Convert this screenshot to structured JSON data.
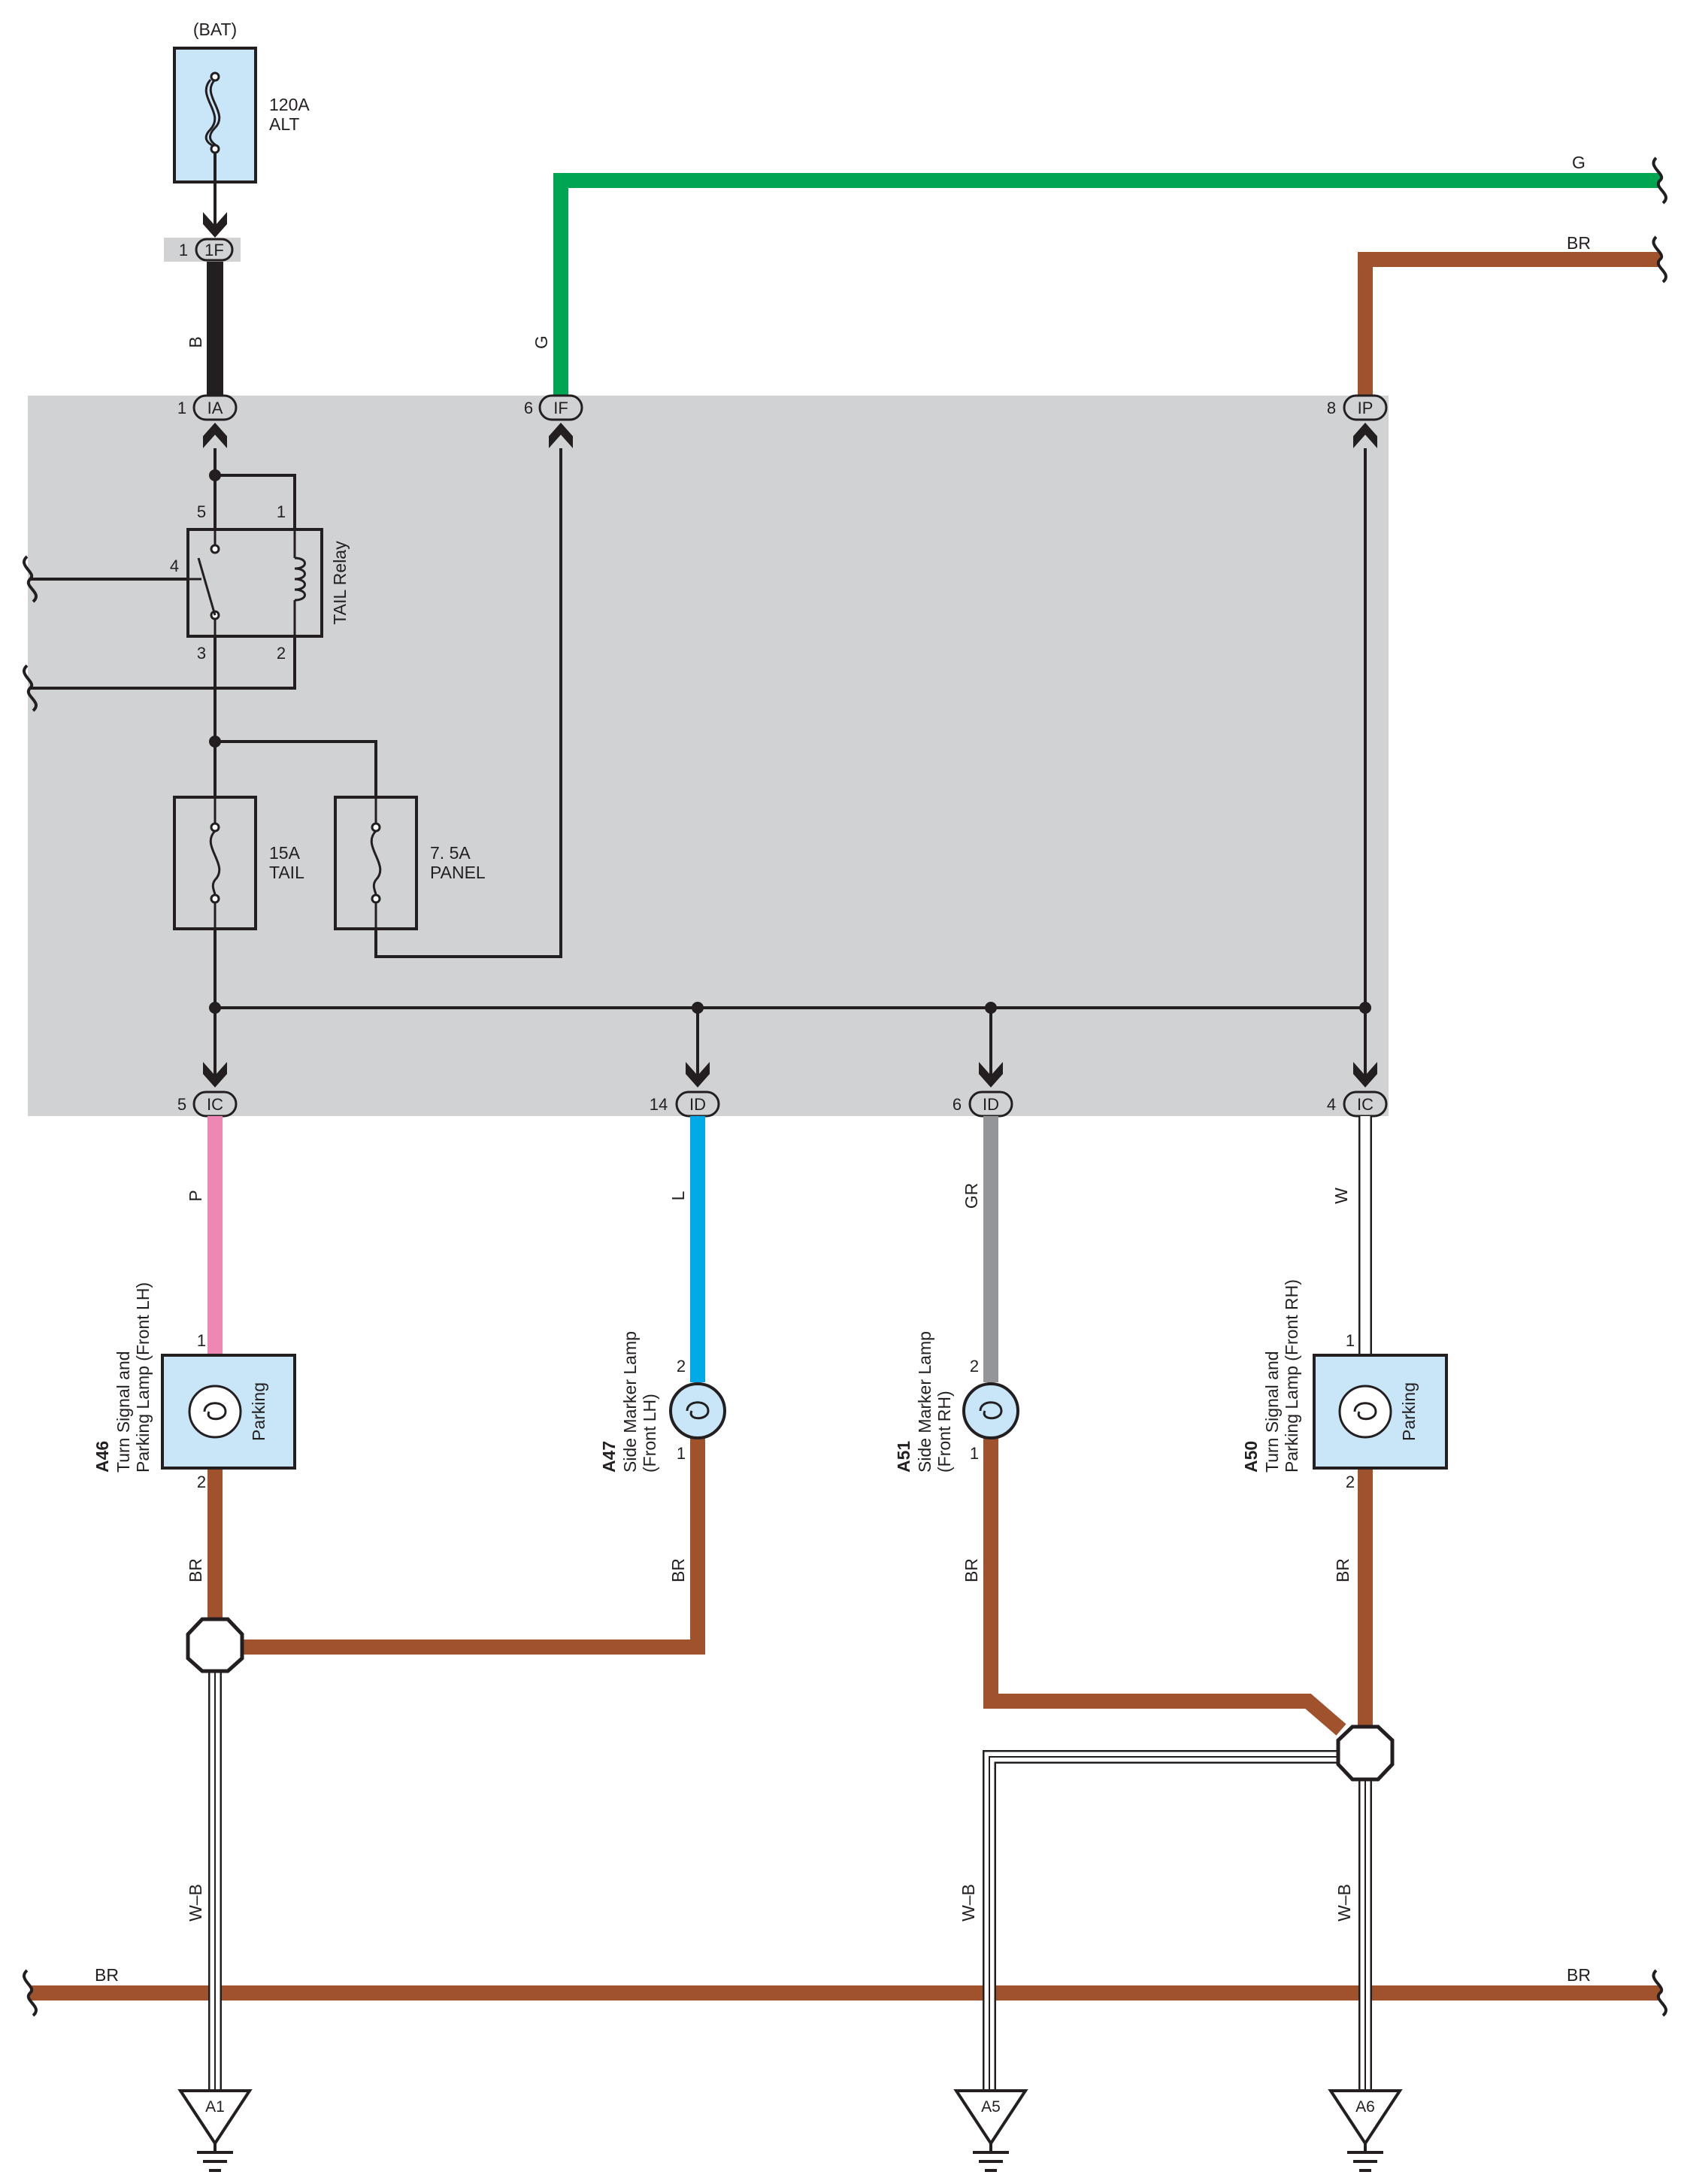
{
  "colors": {
    "block": "#d1d2d4",
    "device": "#c8e6f8",
    "ink": "#231f20",
    "wire_black": "#231f20",
    "wire_green": "#00a551",
    "wire_brown": "#a0522d",
    "wire_pink": "#ef87b4",
    "wire_blue": "#00a9e8",
    "wire_gray": "#939598"
  },
  "battery": {
    "label": "(BAT)",
    "fuse_rating": "120A",
    "fuse_name": "ALT"
  },
  "connector_1f": {
    "pin": "1",
    "name": "1F"
  },
  "wire_codes": {
    "b": "B",
    "g_vert": "G",
    "g_top": "G",
    "br_top": "BR",
    "p": "P",
    "l": "L",
    "gr": "GR",
    "w": "W",
    "br_a46": "BR",
    "br_a47": "BR",
    "br_a51": "BR",
    "br_a50": "BR",
    "wb_a1": "W–B",
    "wb_a5": "W–B",
    "wb_a6": "W–B",
    "br_bottom_left": "BR",
    "br_bottom_right": "BR"
  },
  "junction_block": {
    "connectors": {
      "ia": {
        "pin": "1",
        "name": "IA"
      },
      "if": {
        "pin": "6",
        "name": "IF"
      },
      "ip": {
        "pin": "8",
        "name": "IP"
      },
      "ic5": {
        "pin": "5",
        "name": "IC"
      },
      "id14": {
        "pin": "14",
        "name": "ID"
      },
      "id6": {
        "pin": "6",
        "name": "ID"
      },
      "ic4": {
        "pin": "4",
        "name": "IC"
      }
    },
    "relay": {
      "name": "TAIL Relay",
      "pins": [
        "5",
        "1",
        "4",
        "3",
        "2"
      ]
    },
    "fuse_tail": {
      "rating": "15A",
      "name": "TAIL"
    },
    "fuse_panel": {
      "rating": "7. 5A",
      "name": "PANEL"
    }
  },
  "devices": {
    "a46": {
      "code": "A46",
      "line1": "Turn Signal and",
      "line2": "Parking Lamp (Front LH)",
      "bulb_label": "Parking",
      "pin_top": "1",
      "pin_bottom": "2"
    },
    "a47": {
      "code": "A47",
      "line1": "Side Marker Lamp",
      "line2": "(Front LH)",
      "pin_top": "2",
      "pin_bottom": "1"
    },
    "a51": {
      "code": "A51",
      "line1": "Side Marker Lamp",
      "line2": "(Front RH)",
      "pin_top": "2",
      "pin_bottom": "1"
    },
    "a50": {
      "code": "A50",
      "line1": "Turn Signal and",
      "line2": "Parking Lamp (Front RH)",
      "bulb_label": "Parking",
      "pin_top": "1",
      "pin_bottom": "2"
    }
  },
  "grounds": {
    "a1": "A1",
    "a5": "A5",
    "a6": "A6"
  }
}
